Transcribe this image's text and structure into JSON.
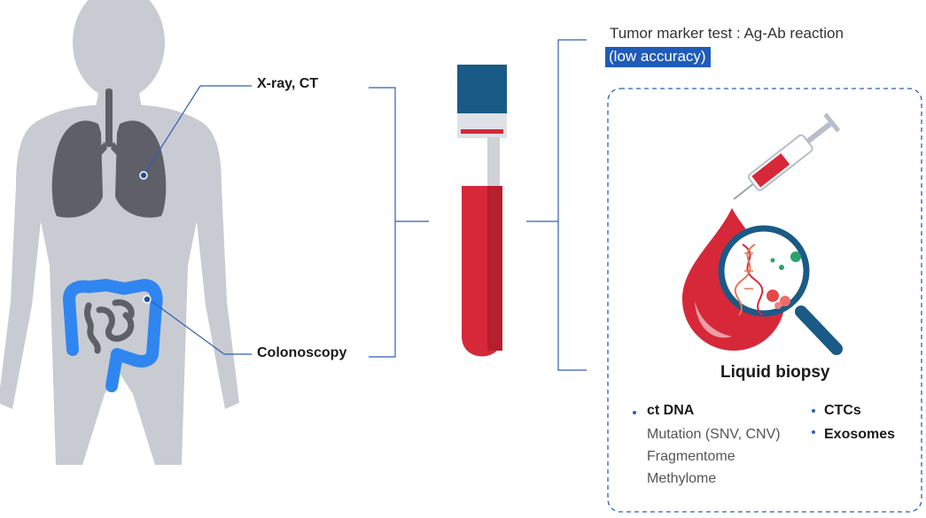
{
  "header": {
    "tumor_test": "Tumor marker test : Ag-Ab reaction",
    "low_accuracy": "(low accuracy)"
  },
  "body_labels": {
    "xray": "X-ray, CT",
    "colonoscopy": "Colonoscopy"
  },
  "liquid_biopsy": {
    "title": "Liquid biopsy",
    "ct_dna": {
      "label": "ct DNA",
      "items": [
        "Mutation (SNV, CNV)",
        "Fragmentome",
        "Methylome"
      ]
    },
    "ctcs": "CTCs",
    "exosomes": "Exosomes"
  },
  "colors": {
    "connector": "#2f5fb3",
    "blood": "#d62839",
    "body": "#c9cbd3",
    "organ_lung": "#5e5f68",
    "organ_colon": "#2f86f0",
    "tube_cap": "#1a5a86",
    "highlight": "#1f5bb8"
  }
}
